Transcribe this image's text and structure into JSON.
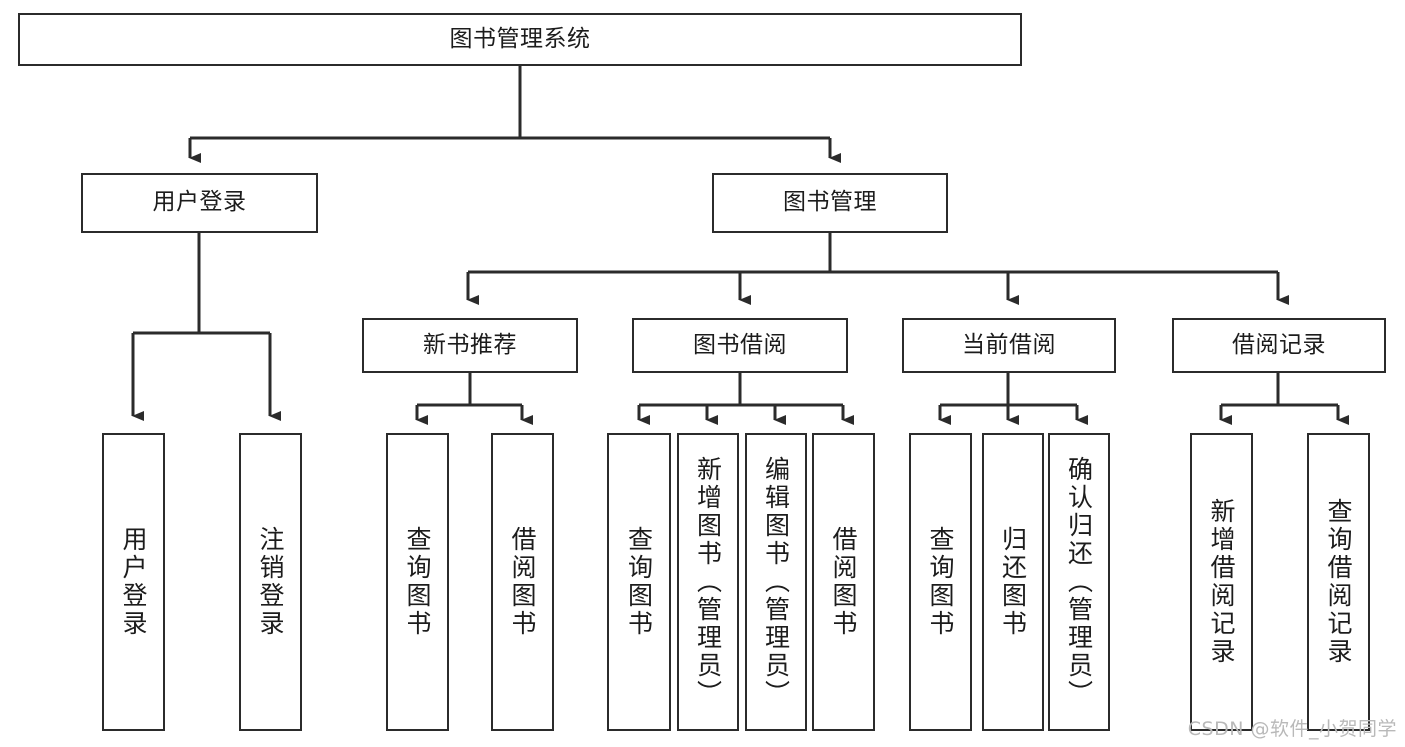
{
  "diagram": {
    "type": "tree-hierarchy-chart",
    "title": "图书管理系统",
    "stroke_color": "#2b2b2b",
    "text_color": "#1c1c1c",
    "background_color": "#ffffff",
    "watermark": "CSDN @软件_小贺同学"
  },
  "nodes": {
    "root": {
      "label": "图书管理系统",
      "level": 0
    },
    "level1": [
      {
        "id": "user-login",
        "label": "用户登录"
      },
      {
        "id": "book-manage",
        "label": "图书管理"
      }
    ],
    "level2": [
      {
        "id": "new-book-recommend",
        "label": "新书推荐",
        "parent": "book-manage"
      },
      {
        "id": "book-borrow",
        "label": "图书借阅",
        "parent": "book-manage"
      },
      {
        "id": "current-borrow",
        "label": "当前借阅",
        "parent": "book-manage"
      },
      {
        "id": "borrow-record",
        "label": "借阅记录",
        "parent": "book-manage"
      }
    ],
    "leaves": [
      {
        "id": "leaf-user-login",
        "label": "用户登录",
        "parent": "user-login"
      },
      {
        "id": "leaf-logout-login",
        "label": "注销登录",
        "parent": "user-login"
      },
      {
        "id": "leaf-query-book-1",
        "label": "查询图书",
        "parent": "new-book-recommend"
      },
      {
        "id": "leaf-borrow-book-1",
        "label": "借阅图书",
        "parent": "new-book-recommend"
      },
      {
        "id": "leaf-query-book-2",
        "label": "查询图书",
        "parent": "book-borrow"
      },
      {
        "id": "leaf-add-book",
        "label": "新增图书（管理员）",
        "parent": "book-borrow"
      },
      {
        "id": "leaf-edit-book",
        "label": "编辑图书（管理员）",
        "parent": "book-borrow"
      },
      {
        "id": "leaf-borrow-book-2",
        "label": "借阅图书",
        "parent": "book-borrow"
      },
      {
        "id": "leaf-query-book-3",
        "label": "查询图书",
        "parent": "current-borrow"
      },
      {
        "id": "leaf-return-book",
        "label": "归还图书",
        "parent": "current-borrow"
      },
      {
        "id": "leaf-confirm-return",
        "label": "确认归还（管理员）",
        "parent": "current-borrow"
      },
      {
        "id": "leaf-add-record",
        "label": "新增借阅记录",
        "parent": "borrow-record"
      },
      {
        "id": "leaf-query-record",
        "label": "查询借阅记录",
        "parent": "borrow-record"
      }
    ]
  }
}
